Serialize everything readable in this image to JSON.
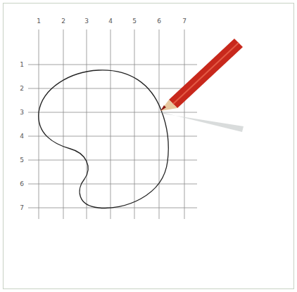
{
  "diagram": {
    "labels": [
      "1",
      "2",
      "3",
      "4",
      "5",
      "6",
      "7",
      "1",
      "2",
      "3",
      "4",
      "5",
      "6",
      "7"
    ]
  }
}
